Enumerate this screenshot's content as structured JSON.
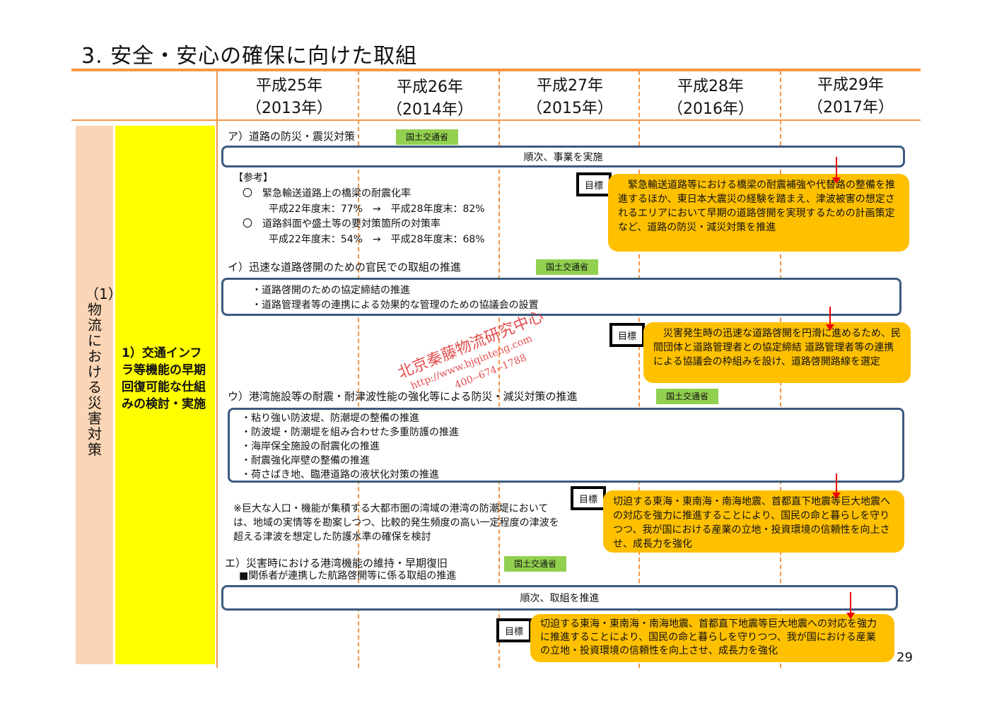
{
  "title": "3. 安全・安心の確保に向けた取組",
  "years": [
    {
      "jp": "平成25年",
      "ad": "（2013年）"
    },
    {
      "jp": "平成26年",
      "ad": "（2014年）"
    },
    {
      "jp": "平成27年",
      "ad": "（2015年）"
    },
    {
      "jp": "平成28年",
      "ad": "（2016年）"
    },
    {
      "jp": "平成29年",
      "ad": "（2017年）"
    }
  ],
  "category": "（1）物流における災害対策",
  "subcategory": "1）交通インフラ等機能の早期回復可能な仕組みの検討・実施",
  "agency": "国土交通省",
  "goal_label": "目標",
  "sections": {
    "a": {
      "title": "ア）道路の防災・震災対策",
      "bar": "順次、事業を実施",
      "ref_head": "【参考】",
      "ref": [
        "〇　緊急輸送道路上の橋梁の耐震化率",
        "平成22年度末：77%　→　平成28年度末：82%",
        "〇　道路斜面や盛土等の要対策箇所の対策率",
        "平成22年度末：54%　→　平成28年度末：68%"
      ],
      "goal": "　緊急輸送道路等における橋梁の耐震補強や代替路の整備を推進するほか、東日本大震災の経験を踏まえ、津波被害の想定されるエリアにおいて早期の道路啓開を実現するための計画策定など、道路の防災・減災対策を推進"
    },
    "i": {
      "title": "イ）迅速な道路啓開のための官民での取組の推進",
      "items": [
        "・道路啓開のための協定締結の推進",
        "・道路管理者等の連携による効果的な管理のための協議会の設置"
      ],
      "goal": "　災害発生時の迅速な道路啓開を円滑に進めるため、民間団体と道路管理者との協定締結 道路管理者等の連携による協議会の枠組みを設け、道路啓開路線を選定"
    },
    "u": {
      "title": "ウ）港湾施設等の耐震・耐津波性能の強化等による防災・減災対策の推進",
      "items": [
        "・粘り強い防波堤、防潮堤の整備の推進",
        "・防波堤・防潮堤を組み合わせた多重防護の推進",
        "・海岸保全施設の耐震化の推進",
        "・耐震強化岸壁の整備の推進",
        "・荷さばき地、臨港道路の液状化対策の推進"
      ],
      "note": "※巨大な人口・機能が集積する大都市圏の湾域の港湾の防潮堤においては、地域の実情等を勘案しつつ、比較的発生頻度の高い一定程度の津波を超える津波を想定した防護水準の確保を検討",
      "goal": "切迫する東海・東南海・南海地震、首都直下地震等巨大地震への対応を強力に推進することにより、国民の命と暮らしを守りつつ、我が国における産業の立地・投資環境の信頼性を向上させ、成長力を強化"
    },
    "e": {
      "title": "エ）災害時における港湾機能の維持・早期復旧",
      "sub": "■関係者が連携した航路啓開等に係る取組の推進",
      "bar": "順次、取組を推進",
      "goal": "切迫する東海・東南海・南海地震、首都直下地震等巨大地震への対応を強力に推進することにより、国民の命と暮らしを守りつつ、我が国における産業の立地・投資環境の信頼性を向上させ、成長力を強化"
    }
  },
  "watermark": {
    "name": "北京秦藤物流研究中心",
    "url": "http://www.bjqinteng.com",
    "phone": "400--674--1788"
  },
  "page_number": "29"
}
